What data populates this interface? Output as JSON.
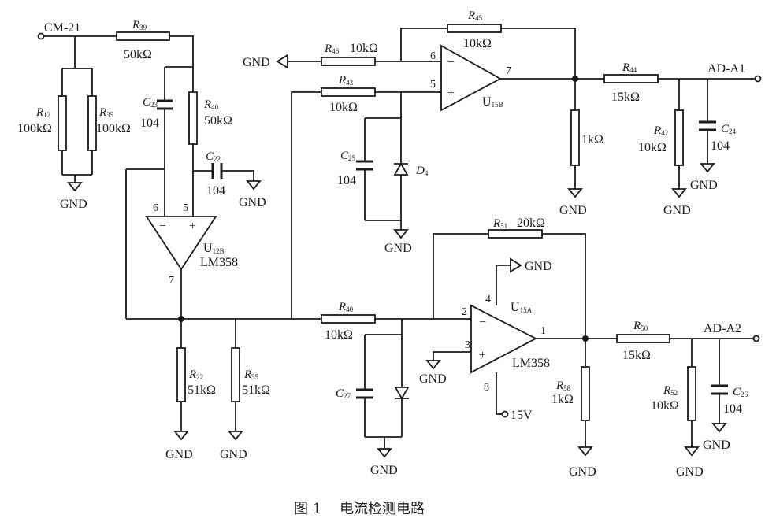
{
  "figure": {
    "caption": "图 1    电流检测电路"
  },
  "labels": {
    "cm21": "CM-21",
    "ad_a1": "AD-A1",
    "ad_a2": "AD-A2",
    "v15": "15V",
    "gnd": "GND",
    "lm358": "LM358",
    "u12b": "U",
    "u12b_sub": "12B",
    "u15b": "U",
    "u15b_sub": "15B",
    "u15a": "U",
    "u15a_sub": "15A"
  },
  "resistors": {
    "r39": {
      "ref": "R",
      "num": "39",
      "value": "50kΩ"
    },
    "r12": {
      "ref": "R",
      "num": "12",
      "value": "100kΩ"
    },
    "r35a": {
      "ref": "R",
      "num": "35",
      "value": "100kΩ"
    },
    "r40a": {
      "ref": "R",
      "num": "40",
      "value": "50kΩ"
    },
    "r22": {
      "ref": "R",
      "num": "22",
      "value": "51kΩ"
    },
    "r35b": {
      "ref": "R",
      "num": "35",
      "value": "51kΩ"
    },
    "r46": {
      "ref": "R",
      "num": "46",
      "value": "10kΩ"
    },
    "r45": {
      "ref": "R",
      "num": "45",
      "value": "10kΩ"
    },
    "r43": {
      "ref": "R",
      "num": "43",
      "value": "10kΩ"
    },
    "r44": {
      "ref": "R",
      "num": "44",
      "value": "15kΩ"
    },
    "r1k": {
      "value": "1kΩ"
    },
    "r42": {
      "ref": "R",
      "num": "42",
      "value": "10kΩ"
    },
    "r51": {
      "ref": "R",
      "num": "51",
      "value": "20kΩ"
    },
    "r40b": {
      "ref": "R",
      "num": "40",
      "value": "10kΩ"
    },
    "r50": {
      "ref": "R",
      "num": "50",
      "value": "15kΩ"
    },
    "r58": {
      "ref": "R",
      "num": "58",
      "value": "1kΩ"
    },
    "r52": {
      "ref": "R",
      "num": "52",
      "value": "10kΩ"
    }
  },
  "capacitors": {
    "c23": {
      "ref": "C",
      "num": "23",
      "value": "104"
    },
    "c22": {
      "ref": "C",
      "num": "22",
      "value": "104"
    },
    "c25": {
      "ref": "C",
      "num": "25",
      "value": "104"
    },
    "c24": {
      "ref": "C",
      "num": "24",
      "value": "104"
    },
    "c27": {
      "ref": "C",
      "num": "27"
    },
    "c26": {
      "ref": "C",
      "num": "26",
      "value": "104"
    }
  },
  "diodes": {
    "d4": {
      "ref": "D",
      "num": "4"
    }
  },
  "pins": {
    "u12b": {
      "p6": "6",
      "p5": "5",
      "p7": "7",
      "minus": "−",
      "plus": "+"
    },
    "u15b": {
      "p6": "6",
      "p5": "5",
      "p7": "7",
      "minus": "−",
      "plus": "+"
    },
    "u15a": {
      "p2": "2",
      "p3": "3",
      "p1": "1",
      "p4": "4",
      "p8": "8",
      "minus": "−",
      "plus": "+"
    }
  }
}
